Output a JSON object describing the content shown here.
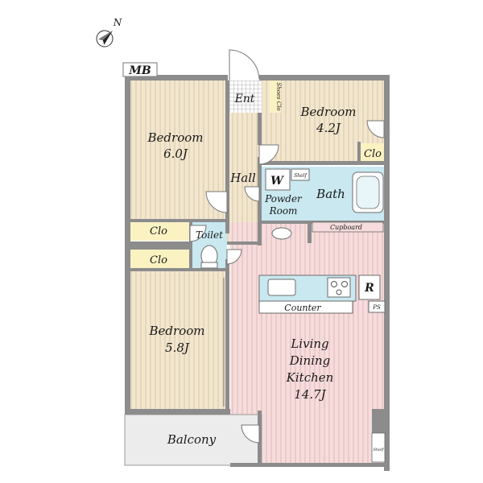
{
  "compass": {
    "label": "N",
    "icon": "north-arrow-icon"
  },
  "meter_box": "MB",
  "rooms": {
    "entrance": "Ent",
    "shoes_closet": "Shoes Clo",
    "bedroom_top_left": {
      "name": "Bedroom",
      "size": "6.0J"
    },
    "bedroom_top_right": {
      "name": "Bedroom",
      "size": "4.2J"
    },
    "closet_right": "Clo",
    "hall": "Hall",
    "washer": "W",
    "shelf_bath": "Shelf",
    "powder_room_line1": "Powder",
    "powder_room_line2": "Room",
    "bath": "Bath",
    "closet_left_1": "Clo",
    "toilet": "Toilet",
    "closet_left_2": "Clo",
    "cupboard": "Cupboard",
    "refrigerator": "R",
    "counter": "Counter",
    "pipe_space": "PS",
    "bedroom_bottom_left": {
      "name": "Bedroom",
      "size": "5.8J"
    },
    "ldk_line1": "Living",
    "ldk_line2": "Dining",
    "ldk_line3": "Kitchen",
    "ldk_size": "14.7J",
    "balcony": "Balcony",
    "shelf_ldk": "Shelf"
  },
  "colors": {
    "bedroom_fill": "#f2e6cf",
    "bedroom_stripe": "#d9c8a4",
    "ldk_fill": "#f6dcdc",
    "ldk_stripe": "#e2b8b8",
    "bath_fill": "#c9e8f0",
    "closet_fill": "#fbf2c2",
    "hall_fill": "#f2e6cf",
    "balcony_fill": "#ececec",
    "wall": "#8c8c8c"
  }
}
